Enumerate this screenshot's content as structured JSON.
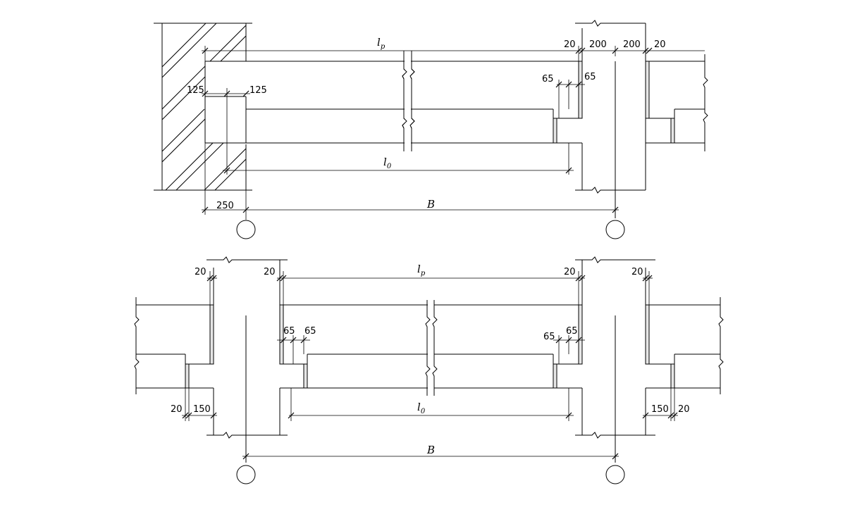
{
  "top_view": {
    "label_lp": "l",
    "label_lp_sub": "p",
    "label_lo": "l",
    "label_lo_sub": "0",
    "label_B": "B",
    "dim_125_left": "125",
    "dim_125_right": "125",
    "dim_250": "250",
    "dim_20_a": "20",
    "dim_200_a": "200",
    "dim_200_b": "200",
    "dim_20_b": "20",
    "dim_65_left": "65",
    "dim_65_right": "65"
  },
  "bottom_view": {
    "label_lp": "l",
    "label_lp_sub": "p",
    "label_lo": "l",
    "label_lo_sub": "0",
    "label_B": "B",
    "dim_20_tl": "20",
    "dim_20_tc": "20",
    "dim_20_tr": "20",
    "dim_20_tfr": "20",
    "dim_65_l1": "65",
    "dim_65_l2": "65",
    "dim_65_r1": "65",
    "dim_65_r2": "65",
    "dim_20_bl": "20",
    "dim_150_bl": "150",
    "dim_150_br": "150",
    "dim_20_br": "20"
  }
}
